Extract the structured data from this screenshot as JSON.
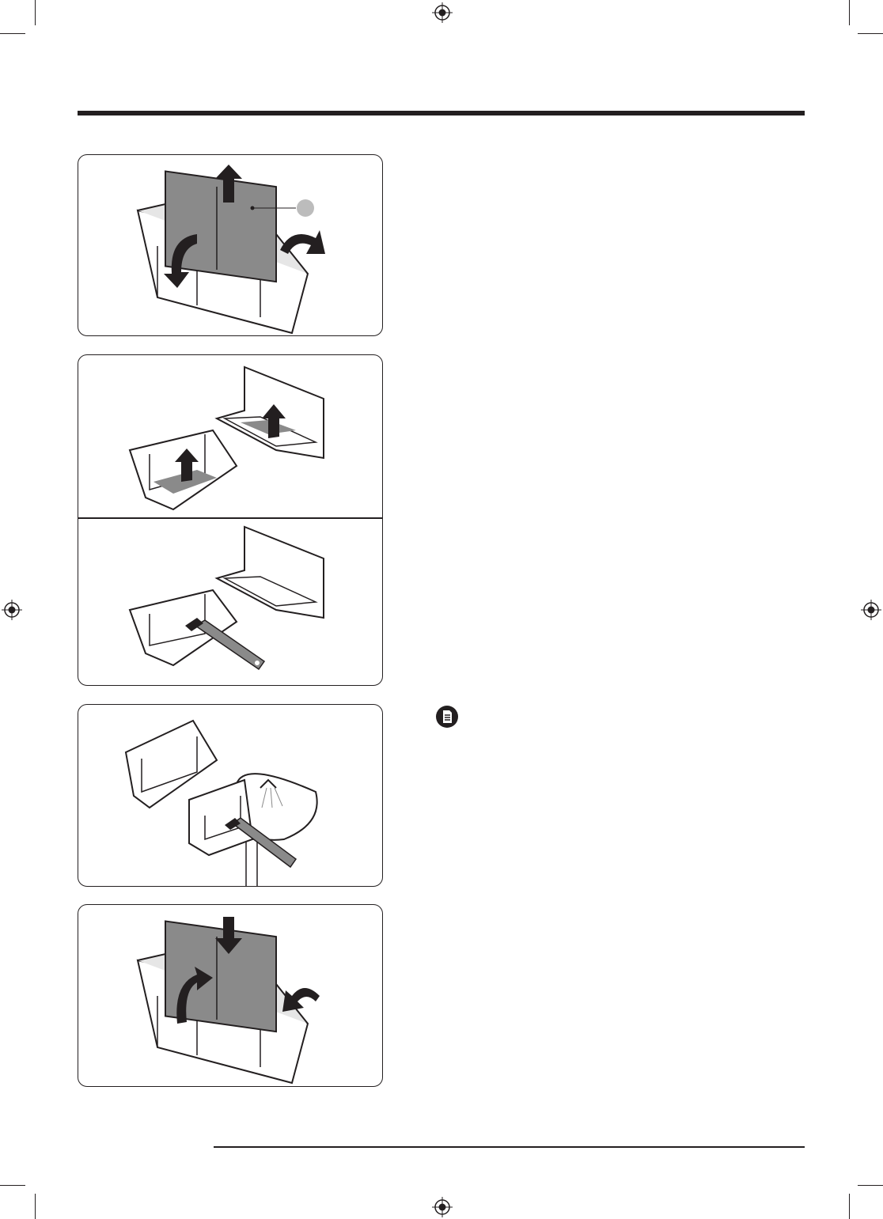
{
  "page": {
    "header_rule": "header-rule",
    "footer_rule": "footer-rule"
  },
  "figures": [
    {
      "id": "step-1",
      "icon": "remove-filter-illustration",
      "callout_marker": "callout-circle"
    },
    {
      "id": "step-2a",
      "icon": "open-filters-illustration"
    },
    {
      "id": "step-2b",
      "icon": "brush-filter-illustration"
    },
    {
      "id": "step-3",
      "icon": "rinse-filter-illustration"
    },
    {
      "id": "step-4",
      "icon": "reinsert-filter-illustration"
    }
  ],
  "note": {
    "icon": "note-icon"
  },
  "colors": {
    "ink": "#231f20",
    "fill_gray": "#8a8a8a",
    "light_gray": "#bdbdbd",
    "callout": "#bcbcbc"
  }
}
